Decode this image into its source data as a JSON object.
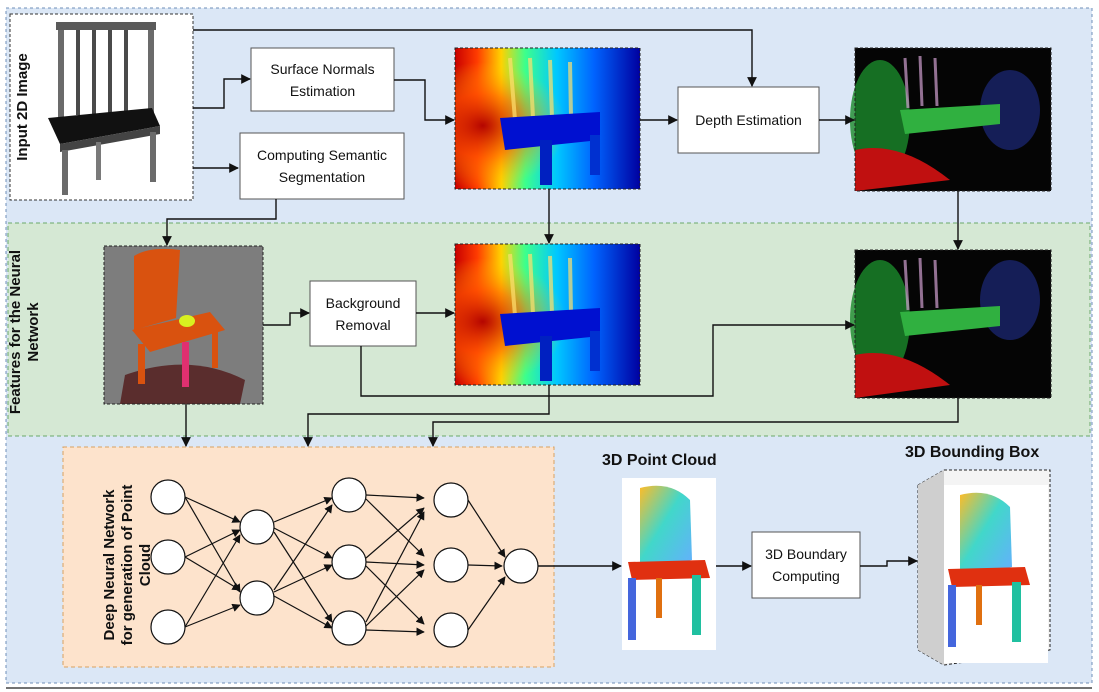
{
  "labels": {
    "input_image": "Input 2D Image",
    "features": "Features for the Neural\nNetwork",
    "dnn": "Deep Neural Network\nfor generation of Point\nCloud",
    "surface_normals": "Surface Normals\nEstimation",
    "semantic_seg": "Computing Semantic\nSegmentation",
    "depth_estimation": "Depth Estimation",
    "background_removal": "Background\nRemoval",
    "boundary_computing": "3D Boundary\nComputing",
    "point_cloud": "3D Point Cloud",
    "bounding_box": "3D Bounding Box"
  },
  "colors": {
    "top_band": "#dbe7f6",
    "middle_band": "#d5e8d4",
    "bottom_band": "#dbe7f6",
    "dnn_panel": "#fde3cc",
    "segmentation_chair": "#d9520f",
    "segmentation_background": "#7d7d7d"
  }
}
